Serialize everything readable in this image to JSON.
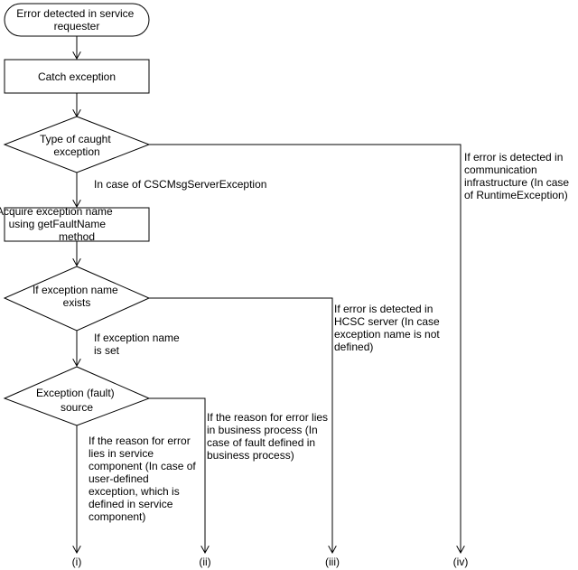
{
  "nodes": {
    "start": [
      "Error detected in service",
      "requester"
    ],
    "catch": [
      "Catch exception"
    ],
    "type_decision": [
      "Type of caught",
      "exception"
    ],
    "acquire": [
      "Acquire exception name",
      "using  getFaultName",
      "method"
    ],
    "name_decision": [
      "If exception name",
      "exists"
    ],
    "source_decision": [
      "Exception (fault)",
      "source"
    ]
  },
  "edge_labels": {
    "cscmsg": [
      "In case of CSCMsgServerException"
    ],
    "name_set": [
      "If exception name",
      "is set"
    ],
    "comm_infra": [
      "If error is detected in",
      "communication",
      "infrastructure (In case",
      "of RuntimeException)"
    ],
    "hcsc_server": [
      "If error is detected in",
      "HCSC server (In case",
      "exception name is not",
      "defined)"
    ],
    "business": [
      "If the reason for error lies",
      "in business process (In",
      "case of fault defined in",
      "business process)"
    ],
    "service_comp": [
      "If the reason for error",
      "lies in service",
      "component (In case of",
      "user-defined",
      "exception, which is",
      "defined in service",
      "component)"
    ]
  },
  "terminals": [
    "(i)",
    "(ii)",
    "(iii)",
    "(iv)"
  ]
}
